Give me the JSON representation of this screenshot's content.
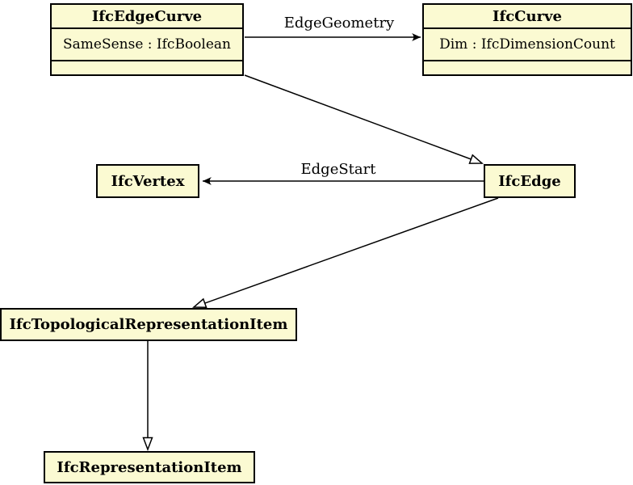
{
  "diagram": {
    "type": "uml-class-diagram",
    "colors": {
      "class_fill": "#FBFAD2",
      "border": "#000000",
      "line": "#000000",
      "background": "#FFFFFF"
    },
    "classes": {
      "edge_curve": {
        "name": "IfcEdgeCurve",
        "attributes": [
          "SameSense : IfcBoolean"
        ]
      },
      "curve": {
        "name": "IfcCurve",
        "attributes": [
          "Dim : IfcDimensionCount"
        ]
      },
      "vertex": {
        "name": "IfcVertex"
      },
      "edge": {
        "name": "IfcEdge"
      },
      "topological_representation_item": {
        "name": "IfcTopologicalRepresentationItem"
      },
      "representation_item": {
        "name": "IfcRepresentationItem"
      }
    },
    "relations": {
      "edge_geometry": {
        "label": "EdgeGeometry",
        "from": "IfcEdgeCurve",
        "to": "IfcCurve",
        "kind": "association"
      },
      "edge_start": {
        "label": "EdgeStart",
        "from": "IfcEdge",
        "to": "IfcVertex",
        "kind": "association"
      },
      "edgecurve_to_edge": {
        "from": "IfcEdgeCurve",
        "to": "IfcEdge",
        "kind": "generalization"
      },
      "edge_to_topological": {
        "from": "IfcEdge",
        "to": "IfcTopologicalRepresentationItem",
        "kind": "generalization"
      },
      "topological_to_representation": {
        "from": "IfcTopologicalRepresentationItem",
        "to": "IfcRepresentationItem",
        "kind": "generalization"
      }
    }
  }
}
